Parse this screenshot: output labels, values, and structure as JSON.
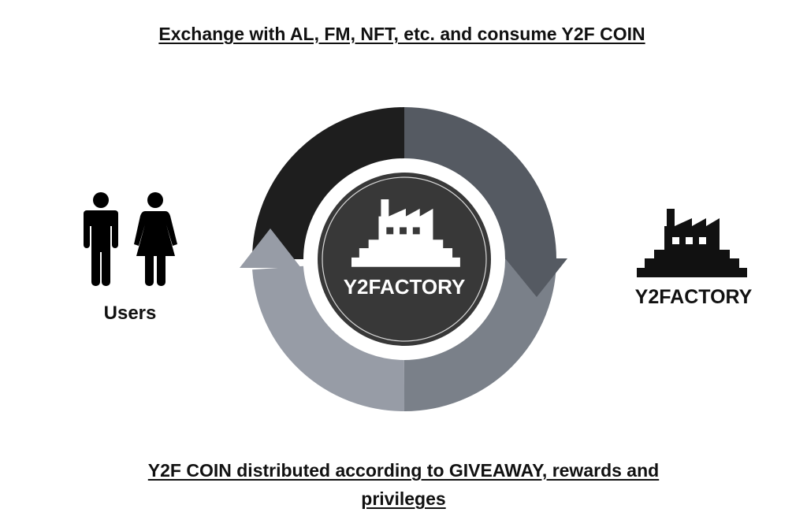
{
  "header": {
    "title": "Exchange with AL, FM, NFT, etc. and consume Y2F COIN"
  },
  "footer": {
    "caption": "Y2F COIN distributed according to GIVEAWAY, rewards and privileges"
  },
  "users": {
    "label": "Users"
  },
  "center": {
    "label": "Y2FACTORY"
  },
  "right": {
    "label": "Y2FACTORY"
  },
  "colors": {
    "black": "#1e1e1e",
    "dark_gray": "#555a62",
    "mid_gray": "#7a8089",
    "light_gray": "#979ca6",
    "center_fill": "#383838"
  }
}
